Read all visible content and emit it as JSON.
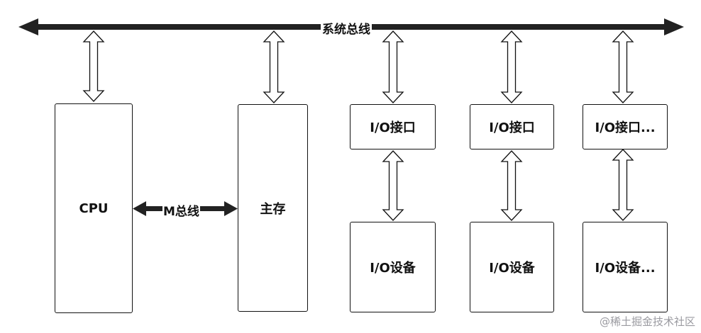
{
  "diagram": {
    "system_bus_label": "系统总线",
    "memory_bus_label": "M总线",
    "cpu_label": "CPU",
    "main_memory_label": "主存",
    "io_interfaces": [
      "I/O接口",
      "I/O接口",
      "I/O接口..."
    ],
    "io_devices": [
      "I/O设备",
      "I/O设备",
      "I/O设备..."
    ]
  },
  "watermark": "@稀土掘金技术社区"
}
